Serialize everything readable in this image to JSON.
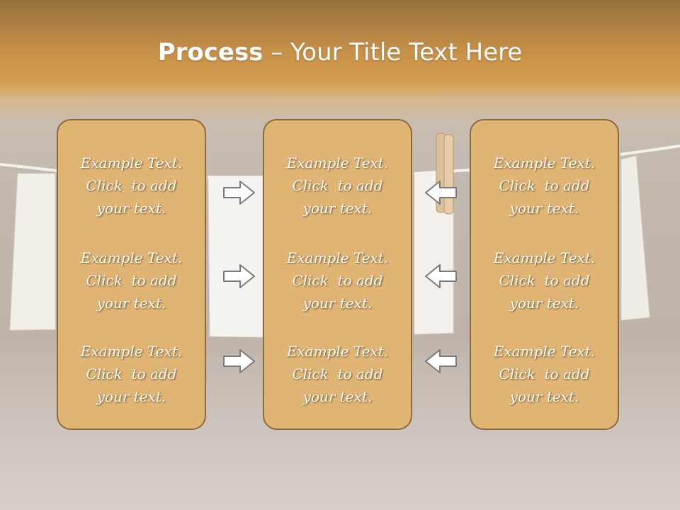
{
  "title": {
    "bold": "Process",
    "rest": " – Your Title Text Here"
  },
  "columns": [
    {
      "items": [
        {
          "l1": "Example Text.",
          "l2": "Click  to add",
          "l3": "your text."
        },
        {
          "l1": "Example Text.",
          "l2": "Click  to add",
          "l3": "your text."
        },
        {
          "l1": "Example Text.",
          "l2": "Click  to add",
          "l3": "your text."
        }
      ]
    },
    {
      "items": [
        {
          "l1": "Example Text.",
          "l2": "Click  to add",
          "l3": "your text."
        },
        {
          "l1": "Example Text.",
          "l2": "Click  to add",
          "l3": "your text."
        },
        {
          "l1": "Example Text.",
          "l2": "Click  to add",
          "l3": "your text."
        }
      ]
    },
    {
      "items": [
        {
          "l1": "Example Text.",
          "l2": "Click  to add",
          "l3": "your text."
        },
        {
          "l1": "Example Text.",
          "l2": "Click  to add",
          "l3": "your text."
        },
        {
          "l1": "Example Text.",
          "l2": "Click  to add",
          "l3": "your text."
        }
      ]
    }
  ],
  "arrows": {
    "left_group": "right-arrow-icon",
    "right_group": "left-arrow-icon"
  },
  "colors": {
    "box_fill": "#e0b574",
    "box_border": "#8e6a3a",
    "header": "#d49c4c"
  }
}
